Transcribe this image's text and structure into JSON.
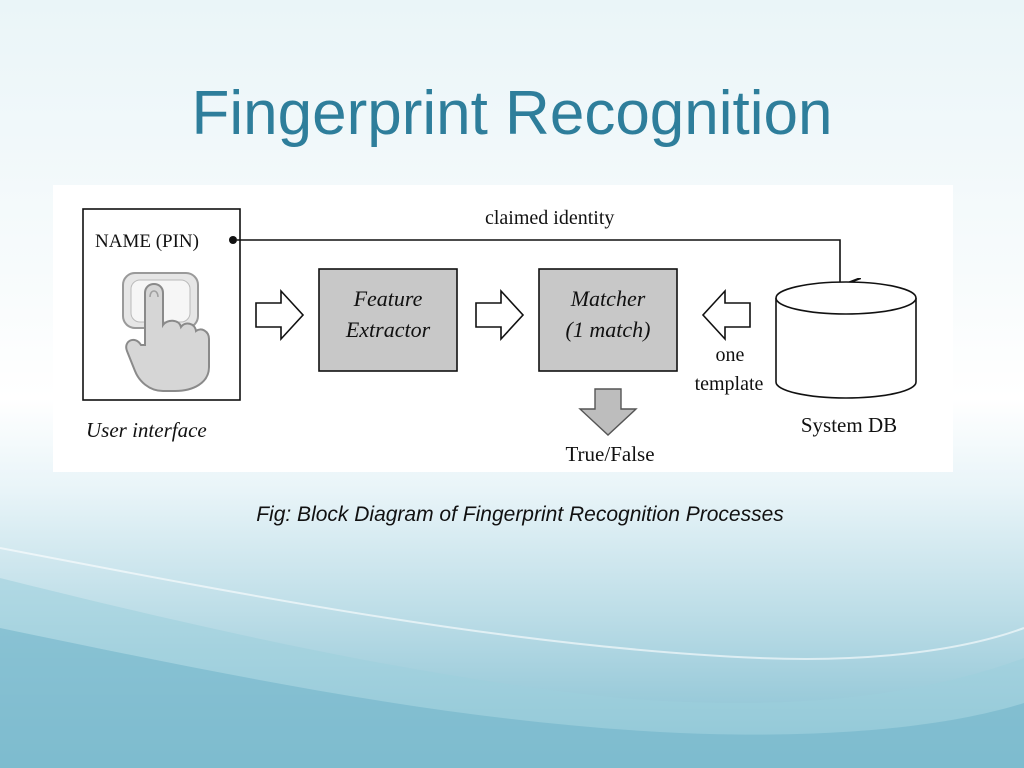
{
  "slide": {
    "title": "Fingerprint Recognition",
    "caption": "Fig: Block Diagram of Fingerprint Recognition Processes"
  },
  "diagram": {
    "user_interface": {
      "name_label": "NAME (PIN)",
      "label": "User interface"
    },
    "claimed_identity_label": "claimed identity",
    "feature_extractor": {
      "line1": "Feature",
      "line2": "Extractor"
    },
    "matcher": {
      "line1": "Matcher",
      "line2": "(1 match)"
    },
    "template_label": {
      "line1": "one",
      "line2": "template"
    },
    "database_label": "System DB",
    "output_label": "True/False"
  },
  "colors": {
    "title": "#2e7e9b",
    "process_box_fill": "#c8c8c8",
    "arrow_fill": "#ffffff",
    "output_arrow_fill": "#bdbdbd"
  }
}
